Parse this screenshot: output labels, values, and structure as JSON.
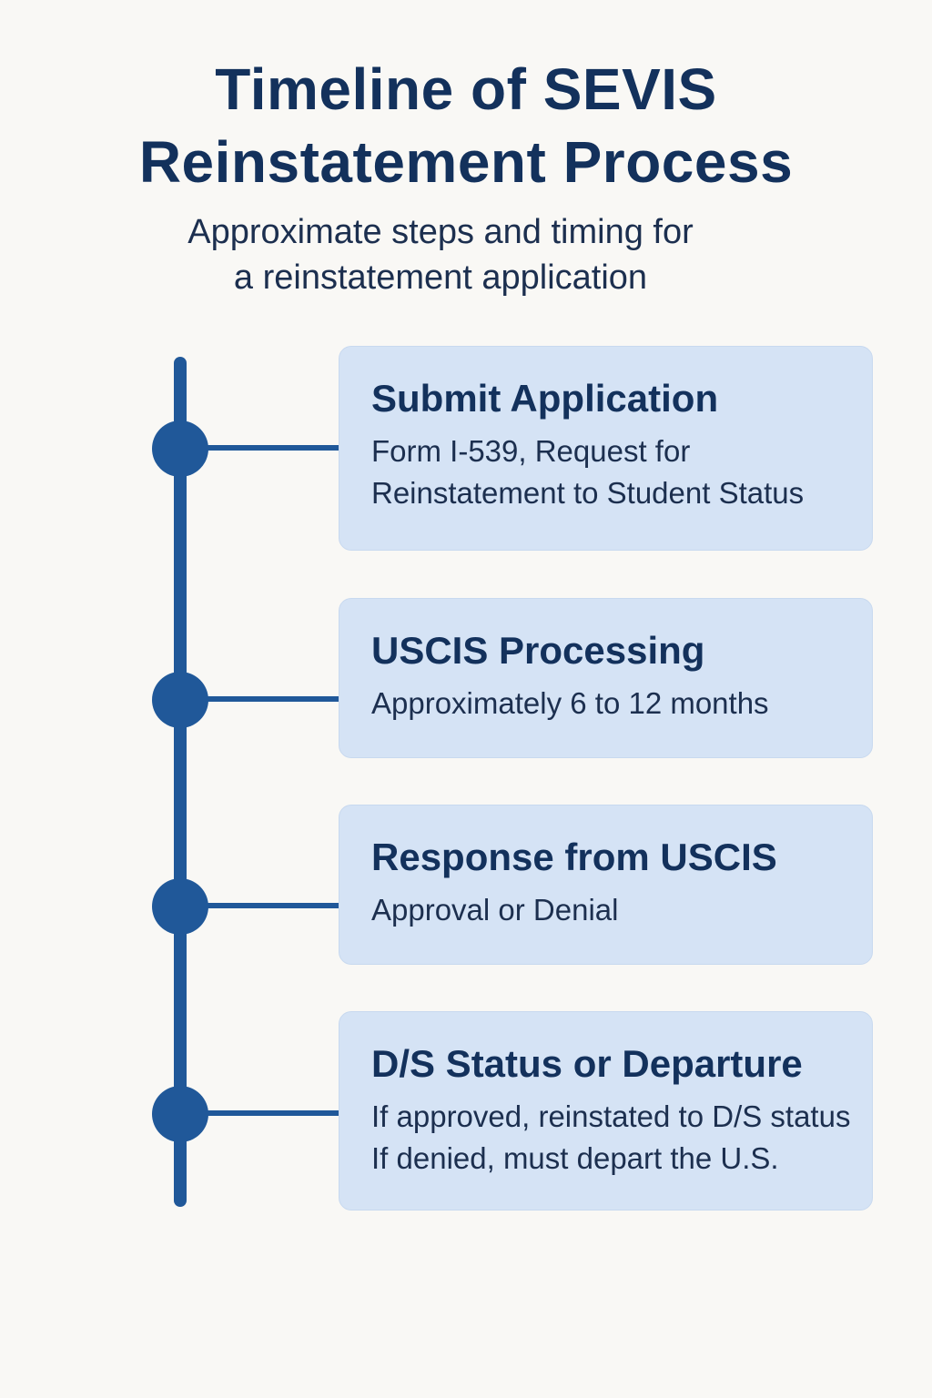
{
  "header": {
    "title_lines": [
      "Timeline of SEVIS",
      "Reinstatement Process"
    ],
    "subtitle_lines": [
      "Approximate steps and timing for",
      "a reinstatement application"
    ]
  },
  "steps": [
    {
      "title": "Submit Application",
      "description_lines": [
        "Form I-539, Request for",
        "Reinstatement to Student Status"
      ]
    },
    {
      "title": "USCIS Processing",
      "description_lines": [
        "Approximately 6 to 12 months"
      ]
    },
    {
      "title": "Response from USCIS",
      "description_lines": [
        "Approval or Denial"
      ]
    },
    {
      "title": "D/S Status or Departure",
      "description_lines": [
        "If approved, reinstated to D/S status",
        "If denied, must depart the U.S."
      ]
    }
  ],
  "colors": {
    "background": "#f9f8f5",
    "accent": "#205899",
    "card": "#d5e3f5",
    "text": "#13315c"
  }
}
